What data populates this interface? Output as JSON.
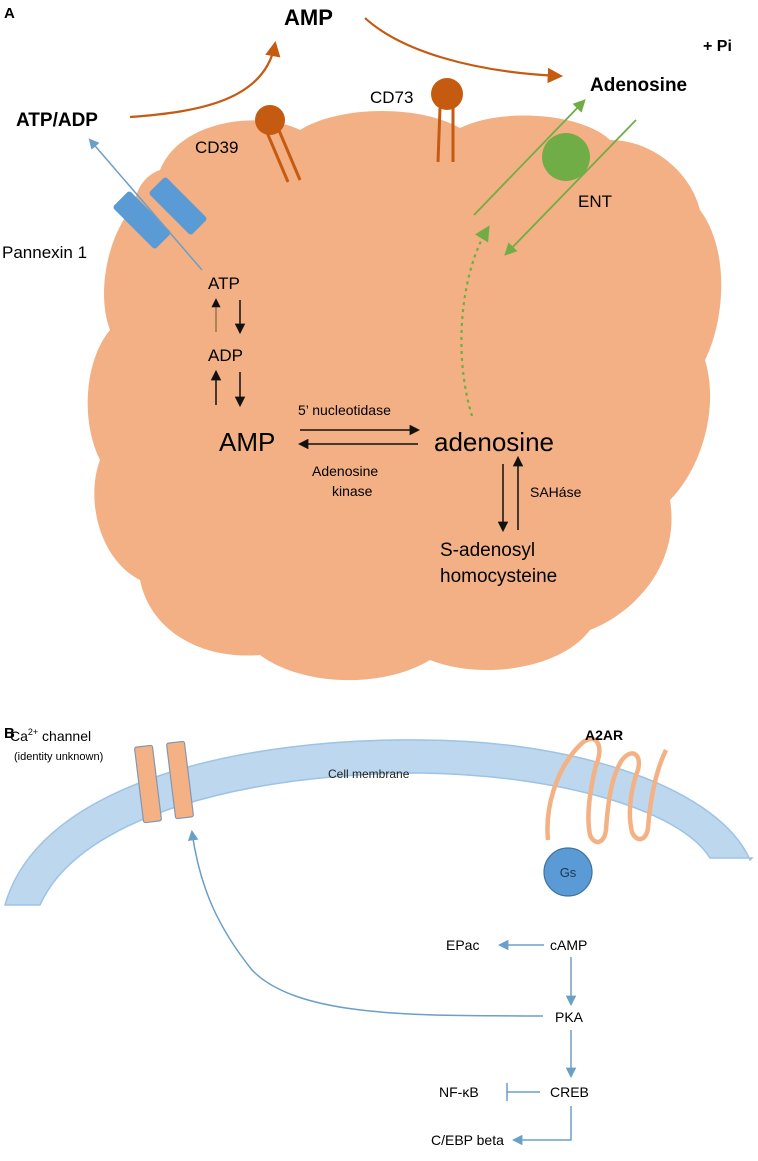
{
  "panel_a": {
    "panel_label": "A",
    "extracellular": {
      "amp": "AMP",
      "pi": "+ Pi",
      "atp_adp": "ATP/ADP",
      "adenosine": "Adenosine",
      "cd39": "CD39",
      "cd73": "CD73",
      "ent": "ENT",
      "pannexin": "Pannexin 1"
    },
    "intracellular": {
      "atp": "ATP",
      "adp": "ADP",
      "amp": "AMP",
      "adenosine": "adenosine",
      "nucleotidase": "5’ nucleotidase",
      "kinase_line1": "Adenosine",
      "kinase_line2": "kinase",
      "sahase": "SAHáse",
      "sah_line1": "S-adenosyl",
      "sah_line2": "homocysteine"
    }
  },
  "panel_b": {
    "panel_label": "B",
    "ca_channel_prefix": "Ca",
    "ca_channel_sup": "2+",
    "ca_channel_suffix": " channel",
    "ca_channel_note": "(identity unknown)",
    "membrane": "Cell membrane",
    "receptor": "A2AR",
    "gs": "Gs",
    "epac": "EPac",
    "camp": "cAMP",
    "pka": "PKA",
    "nfkb": "NF-κB",
    "creb": "CREB",
    "cebp": "C/EBP beta"
  },
  "colors": {
    "cell": "#f3b084",
    "enzyme": "#c55a11",
    "ent": "#70ad47",
    "pannexin": "#5b9bd5",
    "membrane": "#bdd7ee",
    "membrane_edge": "#9dc3e6",
    "channel": "#f4b183",
    "channel_edge": "#8497b0",
    "signal": "#6a9fc8",
    "gs": "#5b9bd5"
  }
}
